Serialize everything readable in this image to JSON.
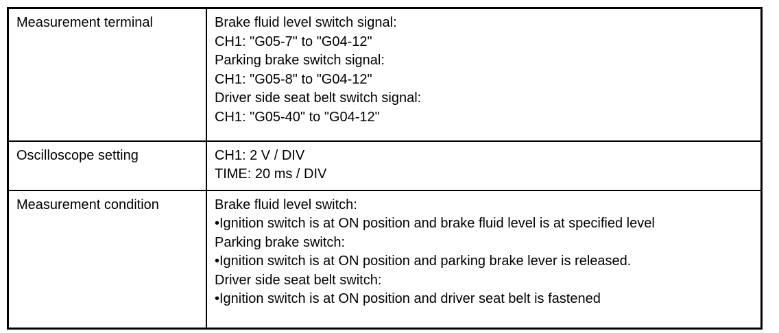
{
  "table": {
    "rows": [
      {
        "label": "Measurement terminal",
        "lines": [
          "Brake fluid level switch signal:",
          "CH1: \"G05-7\" to \"G04-12\"",
          "Parking brake switch signal:",
          "CH1: \"G05-8\" to \"G04-12\"",
          "Driver side seat belt switch signal:",
          "CH1: \"G05-40\" to \"G04-12\""
        ]
      },
      {
        "label": "Oscilloscope setting",
        "lines": [
          "CH1: 2 V / DIV",
          "TIME: 20 ms / DIV"
        ]
      },
      {
        "label": "Measurement condition",
        "lines": [
          "Brake fluid level switch:",
          "•Ignition switch is at ON position and brake fluid level is at specified level",
          "Parking brake switch:",
          "•Ignition switch is at ON position and parking brake lever is released.",
          "Driver side seat belt switch:",
          "•Ignition switch is at ON position and driver seat belt is fastened"
        ]
      }
    ],
    "colors": {
      "border": "#000000",
      "text": "#000000",
      "background": "#ffffff"
    }
  }
}
